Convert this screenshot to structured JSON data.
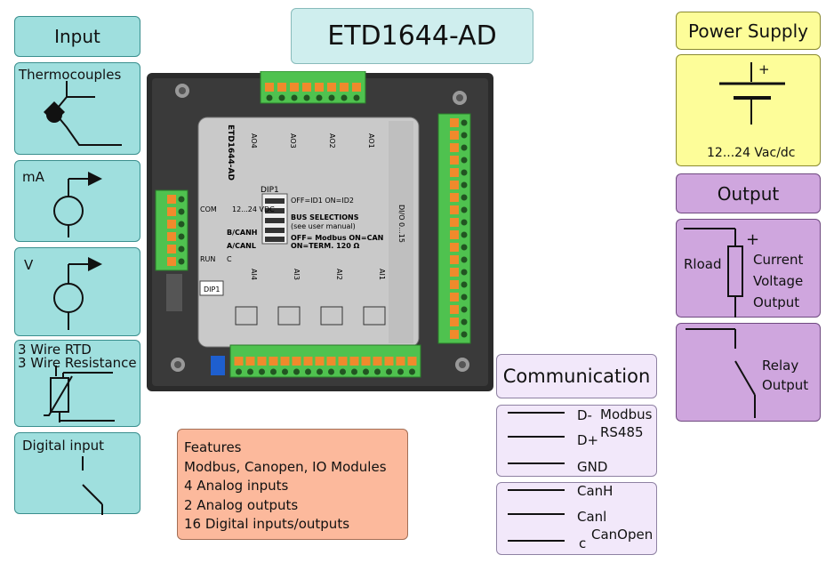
{
  "title": "ETD1644-AD",
  "input": {
    "header": "Input",
    "thermocouples": "Thermocouples",
    "ma": "mA",
    "v": "V",
    "rtd_line1": "3 Wire RTD",
    "rtd_line2": "3 Wire Resistance",
    "digital": "Digital input"
  },
  "power": {
    "header": "Power Supply",
    "plus": "+",
    "rating": "12...24  Vac/dc"
  },
  "output": {
    "header": "Output",
    "rload": "Rload",
    "plus": "+",
    "current": "Current",
    "voltage": "Voltage",
    "output_word": "Output",
    "relay": "Relay",
    "relay_output": "Output"
  },
  "communication": {
    "header": "Communication",
    "d_minus": "D-",
    "modbus": "Modbus",
    "d_plus": "D+",
    "rs485": "RS485",
    "gnd": "GND",
    "canh": "CanH",
    "canl": "Canl",
    "c": "c",
    "canopen": "CanOpen"
  },
  "features": {
    "lines": [
      "Features",
      "Modbus, Canopen, IO Modules",
      "4 Analog inputs",
      "2 Analog outputs",
      "16 Digital inputs/outputs"
    ]
  },
  "device": {
    "model": "ETD1644-AD",
    "dip_label": "DIP1",
    "dip_text1": "OFF=ID1  ON=ID2",
    "bus_sel": "BUS SELECTIONS",
    "see_manual": "(see user manual)",
    "dip_text2": "OFF= Modbus  ON=CAN",
    "dip_text3": "ON=TERM. 120 Ω",
    "vdc": "12...24 VDC",
    "com": "COM",
    "bcanh": "B/CANH",
    "acanl": "A/CANL",
    "c": "C",
    "run": "RUN",
    "dio": "DI/O 0...15",
    "dip_small": "DIP1",
    "ao1": "AO1",
    "ao2": "AO2",
    "ao3": "AO3",
    "ao4": "AO4",
    "ai1": "AI1",
    "ai2": "AI2",
    "ai3": "AI3",
    "ai4": "AI4"
  },
  "colors": {
    "teal": "#9fdfde",
    "yellow": "#fdfd99",
    "purple": "#cfa6de",
    "lavender": "#f2e8fa",
    "salmon": "#fcb99c",
    "terminal_green": "#4fc24f",
    "terminal_orange": "#f08a2c",
    "housing": "#2b2b2b"
  }
}
